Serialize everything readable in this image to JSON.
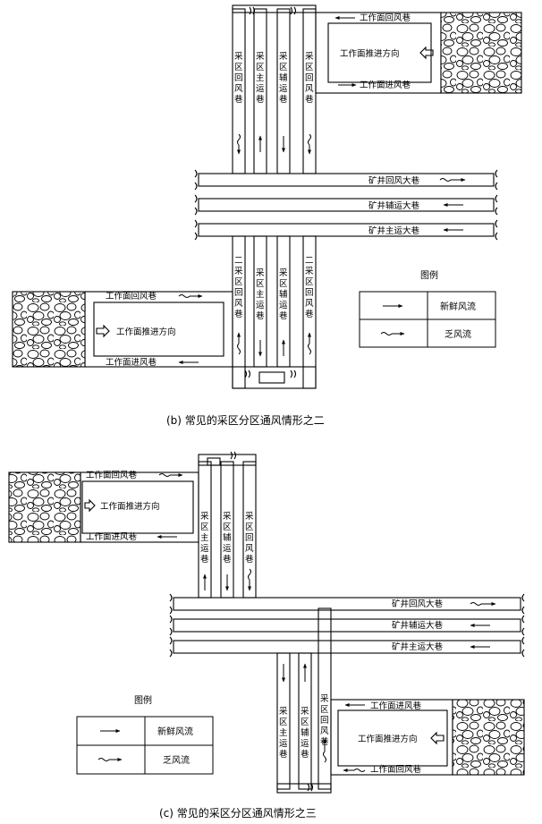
{
  "diagram_b": {
    "caption": "(b) 常见的采区分区通风情形之二",
    "top_return_airway": "工作面回风巷",
    "top_intake_airway": "工作面进风巷",
    "top_advance": "工作面推进方向",
    "lower_return_airway": "工作面回风巷",
    "lower_intake_airway": "工作面进风巷",
    "lower_advance": "工作面推进方向",
    "main_return": "矿井回风大巷",
    "main_aux": "矿井辅运大巷",
    "main_haul": "矿井主运大巷",
    "upper_shafts": [
      "采区回风巷",
      "采区主运巷",
      "采区辅运巷",
      "采区回风巷"
    ],
    "lower_shafts": [
      "二采区回风巷",
      "采区主运巷",
      "采区辅运巷",
      "二采区回风巷"
    ],
    "legend": {
      "title": "图例",
      "fresh": "新鲜风流",
      "exhaust": "乏风流"
    }
  },
  "diagram_c": {
    "caption": "(c) 常见的采区分区通风情形之三",
    "left_return_airway": "工作面回风巷",
    "left_intake_airway": "工作面进风巷",
    "left_advance": "工作面推进方向",
    "right_intake_airway": "工作面进风巷",
    "right_return_airway": "工作面回风巷",
    "right_advance": "工作面推进方向",
    "main_return": "矿井回风大巷",
    "main_aux": "矿井辅运大巷",
    "main_haul": "矿井主运大巷",
    "upper_shafts": [
      "采区主运巷",
      "采区辅运巷",
      "采区回风巷"
    ],
    "lower_shafts": [
      "采区主运巷",
      "采区辅运巷",
      "采区回风巷"
    ],
    "legend": {
      "title": "图例",
      "fresh": "新鲜风流",
      "exhaust": "乏风流"
    }
  }
}
